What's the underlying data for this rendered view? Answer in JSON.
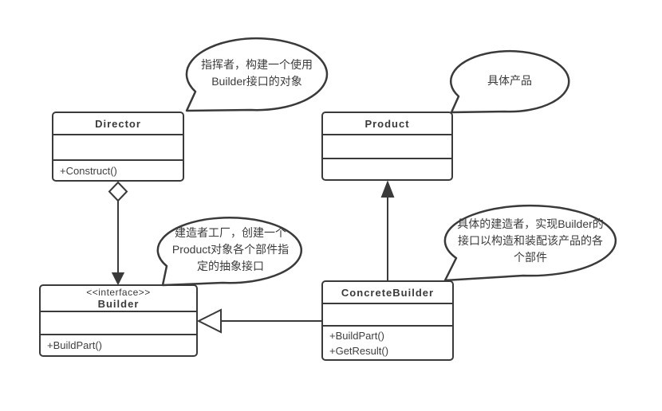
{
  "diagram": {
    "type": "uml-class-diagram",
    "pattern_name": "Builder",
    "colors": {
      "stroke": "#3a3a3a",
      "fill": "#ffffff",
      "text": "#3c3c3c"
    },
    "classes": {
      "director": {
        "name": "Director",
        "attributes": [],
        "methods": [
          "+Construct()"
        ]
      },
      "product": {
        "name": "Product",
        "attributes": [],
        "methods": []
      },
      "builder": {
        "stereotype": "<<interface>>",
        "name": "Builder",
        "attributes": [],
        "methods": [
          "+BuildPart()"
        ]
      },
      "concrete_builder": {
        "name": "ConcreteBuilder",
        "attributes": [],
        "methods": [
          "+BuildPart()",
          "+GetResult()"
        ]
      }
    },
    "callouts": {
      "director_note": {
        "lines": [
          "指挥者，构建一个使用",
          "Builder接口的对象"
        ]
      },
      "product_note": {
        "lines": [
          "具体产品"
        ]
      },
      "builder_note": {
        "lines": [
          "建造者工厂，创建一个",
          "Product对象各个部件指",
          "定的抽象接口"
        ]
      },
      "concrete_builder_note": {
        "lines": [
          "具体的建造者，实现Builder的",
          "接口以构造和装配该产品的各",
          "个部件"
        ]
      }
    },
    "relationships": [
      {
        "from": "Director",
        "to": "Builder",
        "type": "aggregation-arrow"
      },
      {
        "from": "ConcreteBuilder",
        "to": "Builder",
        "type": "realization"
      },
      {
        "from": "ConcreteBuilder",
        "to": "Product",
        "type": "association-arrow"
      }
    ]
  }
}
